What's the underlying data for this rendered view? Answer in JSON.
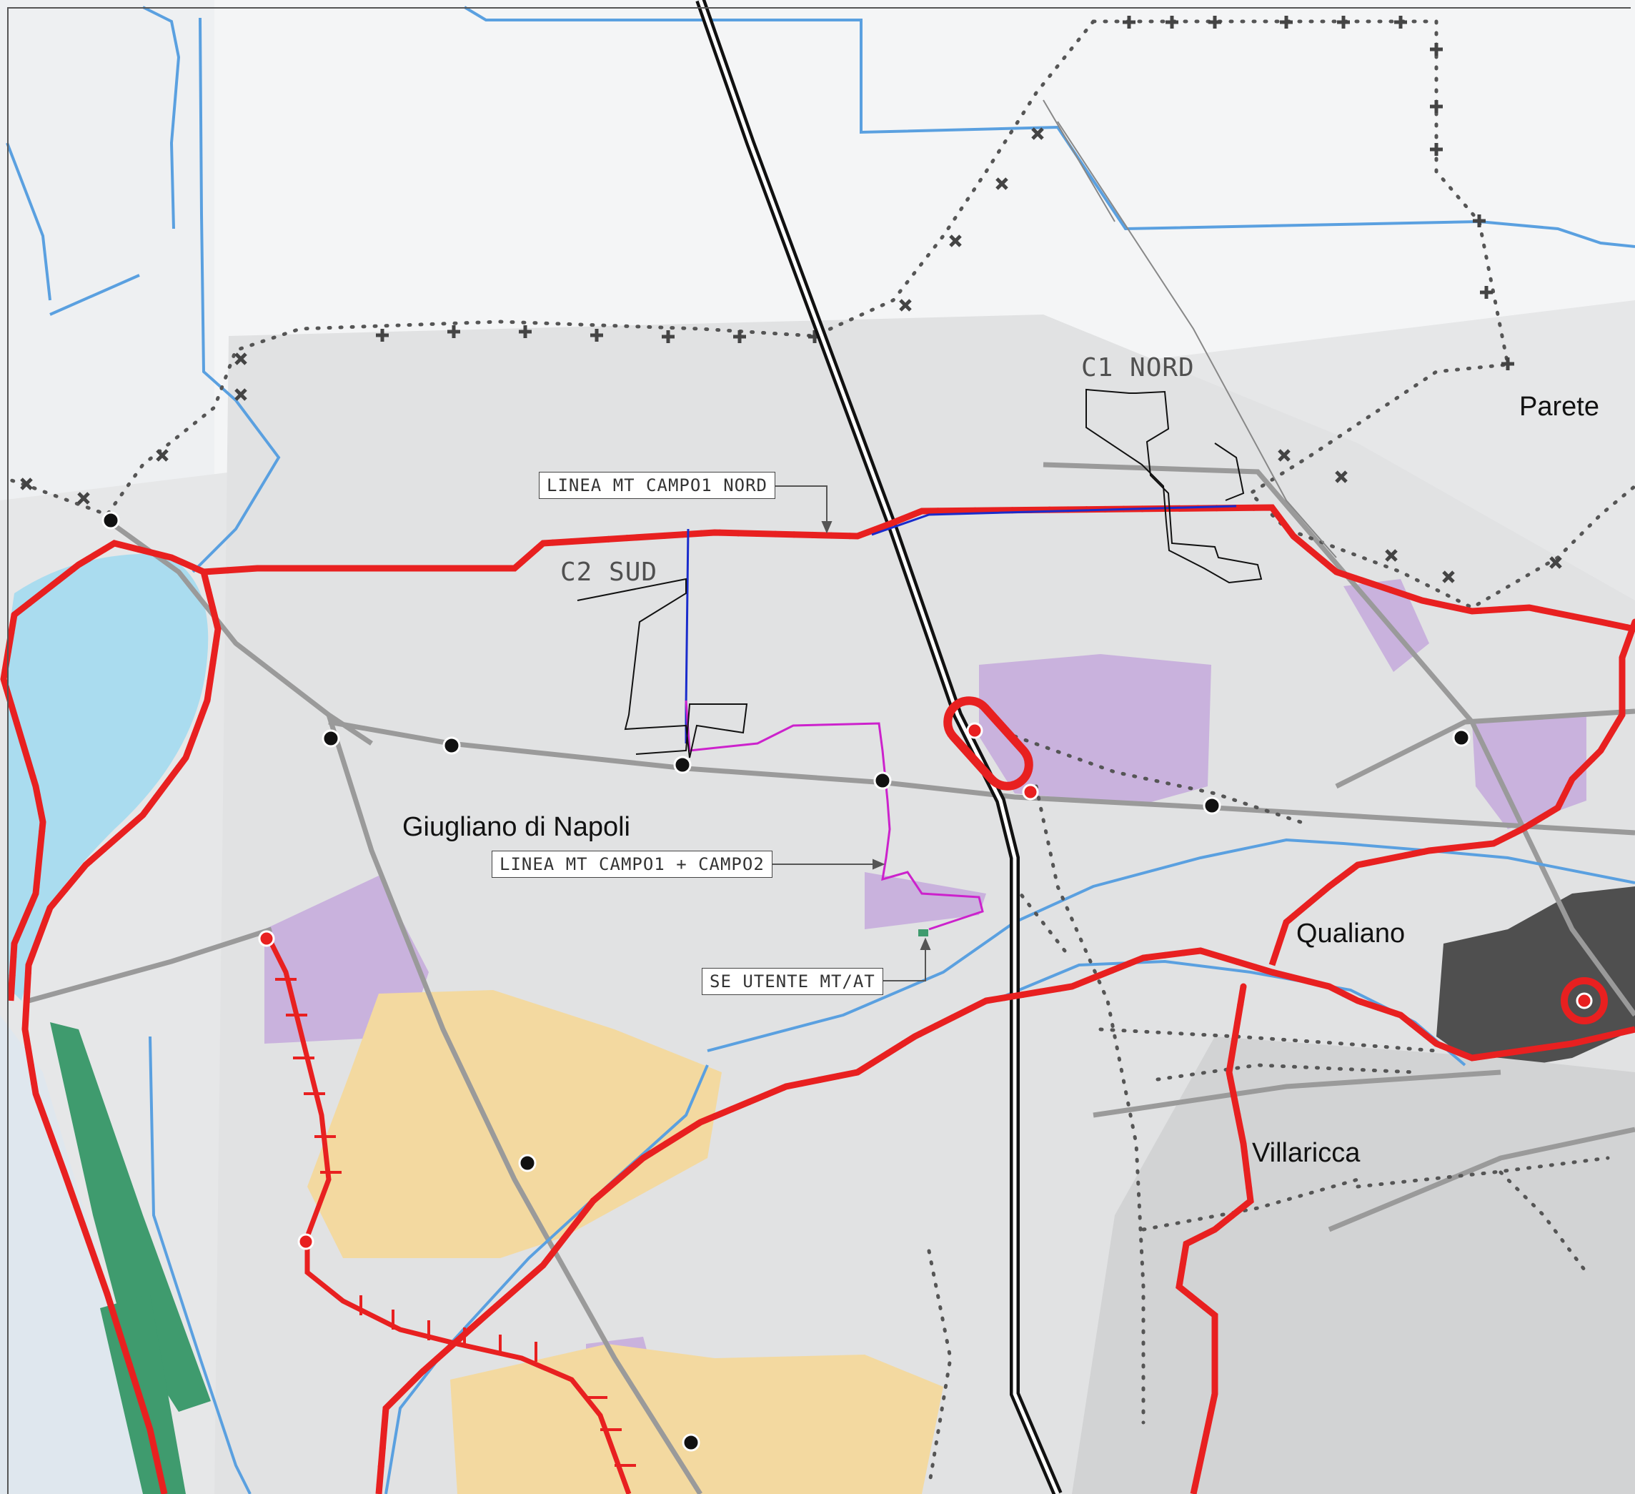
{
  "map": {
    "places": {
      "giugliano": "Giugliano di Napoli",
      "qualiano": "Qualiano",
      "villaricca": "Villaricca",
      "parete": "Parete"
    },
    "fields": {
      "c1_nord": "C1 NORD",
      "c2_sud": "C2 SUD"
    },
    "callouts": {
      "linea_nord": "LINEA MT CAMPO1 NORD",
      "linea_campo12": "LINEA MT CAMPO1 + CAMPO2",
      "se_utente": "SE UTENTE MT/AT"
    },
    "colors": {
      "background_land": "#e8e8e8",
      "water_body": "#aadcef",
      "river_blue": "#5aa0e0",
      "red_route": "#e82020",
      "green_dots": "#66dd22",
      "railway_black": "#111111",
      "purple_zone": "#c9b2dd",
      "urban_orange": "#f3d9a0",
      "green_zone": "#3f9b6e",
      "mt_line_blue": "#1a2ccc",
      "mt_line_magenta": "#cc22cc",
      "urban_dark": "#555555"
    },
    "icons": [
      "junction-dot-icon",
      "substation-marker-icon",
      "interchange-highlight-icon"
    ]
  }
}
